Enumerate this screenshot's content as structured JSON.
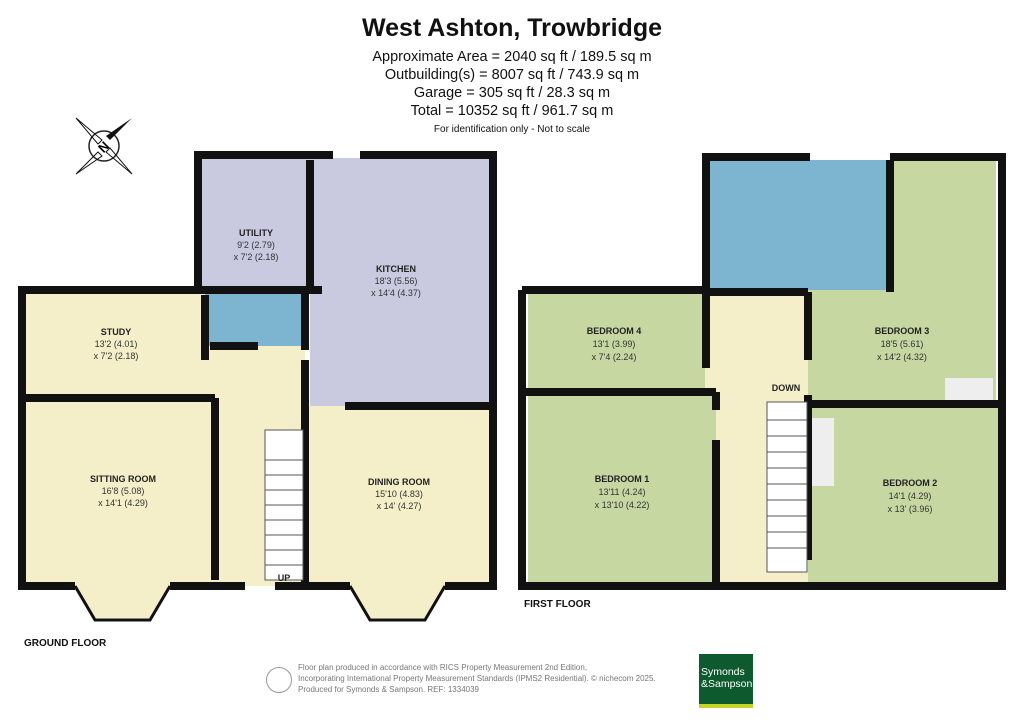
{
  "header": {
    "title": "West Ashton, Trowbridge",
    "areas": [
      "Approximate Area = 2040 sq ft / 189.5 sq m",
      "Outbuilding(s) = 8007 sq ft / 743.9 sq m",
      "Garage = 305 sq ft / 28.3 sq m",
      "Total = 10352 sq ft / 961.7 sq m"
    ],
    "note": "For identification only - Not to scale"
  },
  "compass": {
    "label": "N"
  },
  "ground_floor": {
    "label": "GROUND FLOOR",
    "stairs_label": "UP",
    "rooms": [
      {
        "name": "UTILITY",
        "dim1": "9'2 (2.79)",
        "dim2": "x 7'2 (2.18)"
      },
      {
        "name": "KITCHEN",
        "dim1": "18'3 (5.56)",
        "dim2": "x 14'4 (4.37)"
      },
      {
        "name": "STUDY",
        "dim1": "13'2 (4.01)",
        "dim2": "x 7'2 (2.18)"
      },
      {
        "name": "SITTING ROOM",
        "dim1": "16'8 (5.08)",
        "dim2": "x 14'1 (4.29)"
      },
      {
        "name": "DINING ROOM",
        "dim1": "15'10 (4.83)",
        "dim2": "x 14' (4.27)"
      }
    ]
  },
  "first_floor": {
    "label": "FIRST FLOOR",
    "stairs_label": "DOWN",
    "rooms": [
      {
        "name": "BEDROOM 4",
        "dim1": "13'1 (3.99)",
        "dim2": "x 7'4 (2.24)"
      },
      {
        "name": "BEDROOM 3",
        "dim1": "18'5 (5.61)",
        "dim2": "x 14'2 (4.32)"
      },
      {
        "name": "BEDROOM 1",
        "dim1": "13'11 (4.24)",
        "dim2": "x 13'10 (4.22)"
      },
      {
        "name": "BEDROOM 2",
        "dim1": "14'1 (4.29)",
        "dim2": "x 13' (3.96)"
      }
    ]
  },
  "footer": {
    "lines": [
      "Floor plan produced in accordance with RICS Property Measurement 2nd Edition,",
      "Incorporating International Property Measurement Standards (IPMS2 Residential).   © nichecom 2025.",
      "Produced for Symonds & Sampson.   REF:  1334039"
    ],
    "logo_line1": "Symonds",
    "logo_line2": "&Sampson"
  },
  "colors": {
    "cream": "#f4efc9",
    "lavender": "#c9cadf",
    "blue": "#7db4cf",
    "green": "#c6d7a1",
    "wall": "#111111",
    "logo": "#0d5a2e"
  }
}
